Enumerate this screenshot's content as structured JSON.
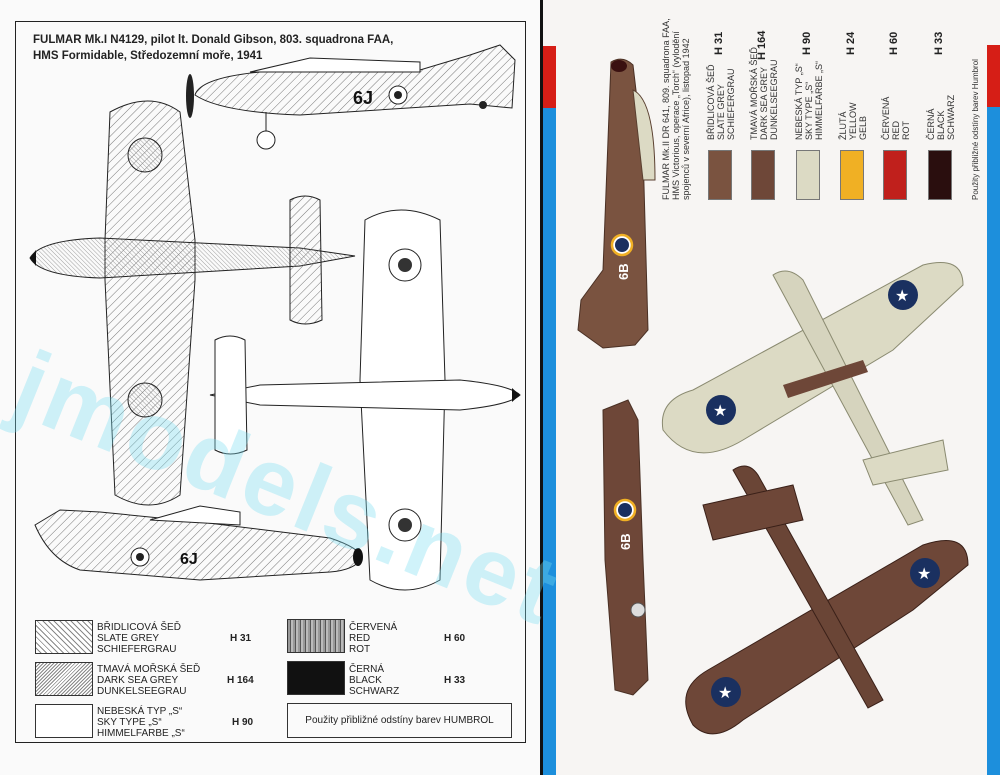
{
  "left_panel": {
    "title_line1": "FULMAR Mk.I N4129, pilot lt. Donald Gibson, 803. squadrona FAA,",
    "title_line2": "HMS Formidable, Středozemní moře, 1941",
    "aircraft_code": "6J",
    "legend": [
      {
        "cz": "BŘIDLICOVÁ ŠEĎ",
        "en": "SLATE GREY",
        "de": "SCHIEFERGRAU",
        "code": "H 31",
        "pattern": "hatch-light"
      },
      {
        "cz": "TMAVÁ MOŘSKÁ ŠEĎ",
        "en": "DARK SEA GREY",
        "de": "DUNKELSEEGRAU",
        "code": "H 164",
        "pattern": "hatch-dense"
      },
      {
        "cz": "NEBESKÁ TYP „S“",
        "en": "SKY TYPE „S“",
        "de": "HIMMELFARBE „S“",
        "code": "H 90",
        "pattern": "blank"
      },
      {
        "cz": "ČERVENÁ",
        "en": "RED",
        "de": "ROT",
        "code": "H 60",
        "pattern": "vertical-lines"
      },
      {
        "cz": "ČERNÁ",
        "en": "BLACK",
        "de": "SCHWARZ",
        "code": "H 33",
        "pattern": "solid-black"
      }
    ],
    "note": "Použity přibližné odstíny barev HUMBROL"
  },
  "right_panel": {
    "title_line1": "FULMAR Mk.II DR 641, 809. squadrona FAA,",
    "title_line2": "HMS Victorious, operace „Torch“ (vylodění",
    "title_line3": "spojenců v severní Africe), listopad 1942",
    "aircraft_code": "6B",
    "colors": [
      {
        "cz": "BŘIDLICOVÁ ŠEĎ",
        "en": "SLATE GREY",
        "de": "SCHIEFERGRAU",
        "code": "H 31",
        "hex": "#7a5340"
      },
      {
        "cz": "TMAVÁ MOŘSKÁ ŠEĎ",
        "en": "DARK SEA GREY",
        "de": "DUNKELSEEGRAU",
        "code": "H 164",
        "hex": "#6e4738"
      },
      {
        "cz": "NEBESKÁ TYP „S“",
        "en": "SKY TYPE „S“",
        "de": "HIMMELFARBE „S“",
        "code": "H 90",
        "hex": "#dcdac4"
      },
      {
        "cz": "ŽLUTÁ",
        "en": "YELLOW",
        "de": "GELB",
        "code": "H 24",
        "hex": "#f0b024"
      },
      {
        "cz": "ČERVENÁ",
        "en": "RED",
        "de": "ROT",
        "code": "H 60",
        "hex": "#c0201c"
      },
      {
        "cz": "ČERNÁ",
        "en": "BLACK",
        "de": "SCHWARZ",
        "code": "H 33",
        "hex": "#2a0e0e"
      }
    ],
    "note": "Použity přibližné odstíny barev Humbrol"
  },
  "watermark": "jmodels.net",
  "accent_colors": {
    "red": "#d61e16",
    "blue": "#1d8fdc"
  }
}
